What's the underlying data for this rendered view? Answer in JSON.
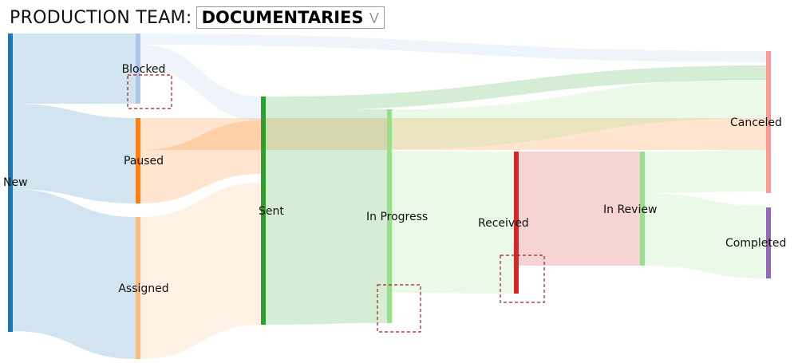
{
  "header": {
    "label": "PRODUCTION TEAM:",
    "team_select": {
      "value": "DOCUMENTARIES",
      "icon": "chevron-down-icon"
    }
  },
  "chart_data": {
    "type": "sankey",
    "title": "",
    "nodes": [
      {
        "id": "new",
        "label": "New",
        "color": "#1f77b4"
      },
      {
        "id": "blocked",
        "label": "Blocked",
        "color": "#aec7e8"
      },
      {
        "id": "paused",
        "label": "Paused",
        "color": "#ff7f0e"
      },
      {
        "id": "assigned",
        "label": "Assigned",
        "color": "#ffbb78"
      },
      {
        "id": "sent",
        "label": "Sent",
        "color": "#2ca02c"
      },
      {
        "id": "inprogress",
        "label": "In Progress",
        "color": "#98df8a"
      },
      {
        "id": "received",
        "label": "Received",
        "color": "#d62728"
      },
      {
        "id": "inreview",
        "label": "In Review",
        "color": "#98df8a"
      },
      {
        "id": "canceled",
        "label": "Canceled",
        "color": "#ff9896"
      },
      {
        "id": "completed",
        "label": "Completed",
        "color": "#9467bd"
      }
    ],
    "links": [
      {
        "source": "new",
        "target": "blocked",
        "value": 88
      },
      {
        "source": "new",
        "target": "paused",
        "value": 107
      },
      {
        "source": "new",
        "target": "assigned",
        "value": 178
      },
      {
        "source": "blocked",
        "target": "canceled",
        "value": 14
      },
      {
        "source": "blocked",
        "target": "sent",
        "value": 30
      },
      {
        "source": "paused",
        "target": "canceled",
        "value": 40
      },
      {
        "source": "paused",
        "target": "sent",
        "value": 67
      },
      {
        "source": "assigned",
        "target": "sent",
        "value": 178
      },
      {
        "source": "sent",
        "target": "canceled",
        "value": 18
      },
      {
        "source": "sent",
        "target": "inprogress",
        "value": 268
      },
      {
        "source": "inprogress",
        "target": "canceled",
        "value": 50
      },
      {
        "source": "inprogress",
        "target": "received",
        "value": 178
      },
      {
        "source": "received",
        "target": "inreview",
        "value": 143
      },
      {
        "source": "inreview",
        "target": "canceled",
        "value": 52
      },
      {
        "source": "inreview",
        "target": "completed",
        "value": 91
      }
    ],
    "highlight_color": "#a31f1f"
  }
}
